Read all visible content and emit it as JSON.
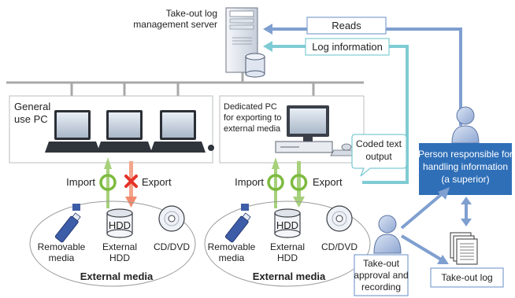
{
  "server": {
    "label_line1": "Take-out log",
    "label_line2": "management server"
  },
  "flows": {
    "reads": "Reads",
    "log_information": "Log information",
    "coded_text_line1": "Coded text",
    "coded_text_line2": "output"
  },
  "general_pc": {
    "label_line1": "General",
    "label_line2": "use PC"
  },
  "dedicated_pc": {
    "line1": "Dedicated PC",
    "line2": "for exporting to",
    "line3": "external media"
  },
  "left_group": {
    "import": "Import",
    "export": "Export",
    "removable_line1": "Removable",
    "removable_line2": "media",
    "hdd_icon": "HDD",
    "external_hdd_line1": "External",
    "external_hdd_line2": "HDD",
    "cd_dvd": "CD/DVD",
    "caption": "External media"
  },
  "right_group": {
    "import": "Import",
    "export": "Export",
    "removable_line1": "Removable",
    "removable_line2": "media",
    "hdd_icon": "HDD",
    "external_hdd_line1": "External",
    "external_hdd_line2": "HDD",
    "cd_dvd": "CD/DVD",
    "caption": "External media"
  },
  "superior": {
    "line1": "Person responsible for",
    "line2": "handling information",
    "line3": "(a superior)"
  },
  "approval": {
    "line1": "Take-out",
    "line2": "approval and",
    "line3": "recording"
  },
  "takeout_log": "Take-out log",
  "colors": {
    "arrow_blue": "#7f9fd0",
    "arrow_teal": "#7fcbd3",
    "import_green": "#7dbb3f",
    "export_red": "#e53227",
    "export_salmon": "#f28a6e",
    "superior_box": "#2f6fb8"
  }
}
